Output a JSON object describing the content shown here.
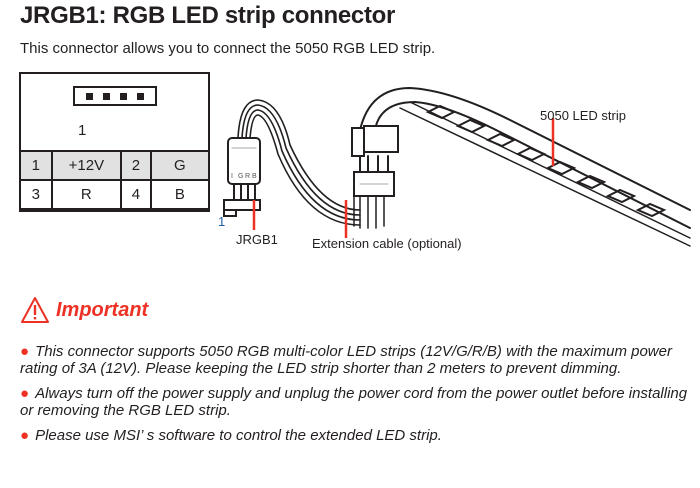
{
  "title": "JRGB1: RGB LED strip connector",
  "intro": "This connector allows you to connect the  5050 RGB LED strip.",
  "pinout": {
    "pin1_marker": "1",
    "header_pin_count": 4,
    "rows": [
      [
        {
          "pin": "1",
          "signal": "+12V"
        },
        {
          "pin": "2",
          "signal": "G"
        }
      ],
      [
        {
          "pin": "3",
          "signal": "R"
        },
        {
          "pin": "4",
          "signal": "B"
        }
      ]
    ]
  },
  "diagram": {
    "labels": {
      "connector": "JRGB1",
      "pin1": "1",
      "cable": "Extension cable (optional)",
      "strip": "5050 LED strip"
    },
    "connector_pin_letters": [
      "I",
      "G",
      "R",
      "B"
    ],
    "callout_color": "#ed3124"
  },
  "important": {
    "heading": "Important",
    "icon": "warning-triangle-icon",
    "color": "#ed3124",
    "bullets": [
      "This connector supports 5050 RGB multi-color LED strips (12V/G/R/B) with the maximum power rating of 3A (12V). Please keeping the LED strip shorter than 2 meters to prevent dimming.",
      "Always turn off the power supply and unplug the power cord from the power outlet before installing or removing the RGB LED strip.",
      "Please use MSI’ s software to control the extended LED strip."
    ]
  }
}
